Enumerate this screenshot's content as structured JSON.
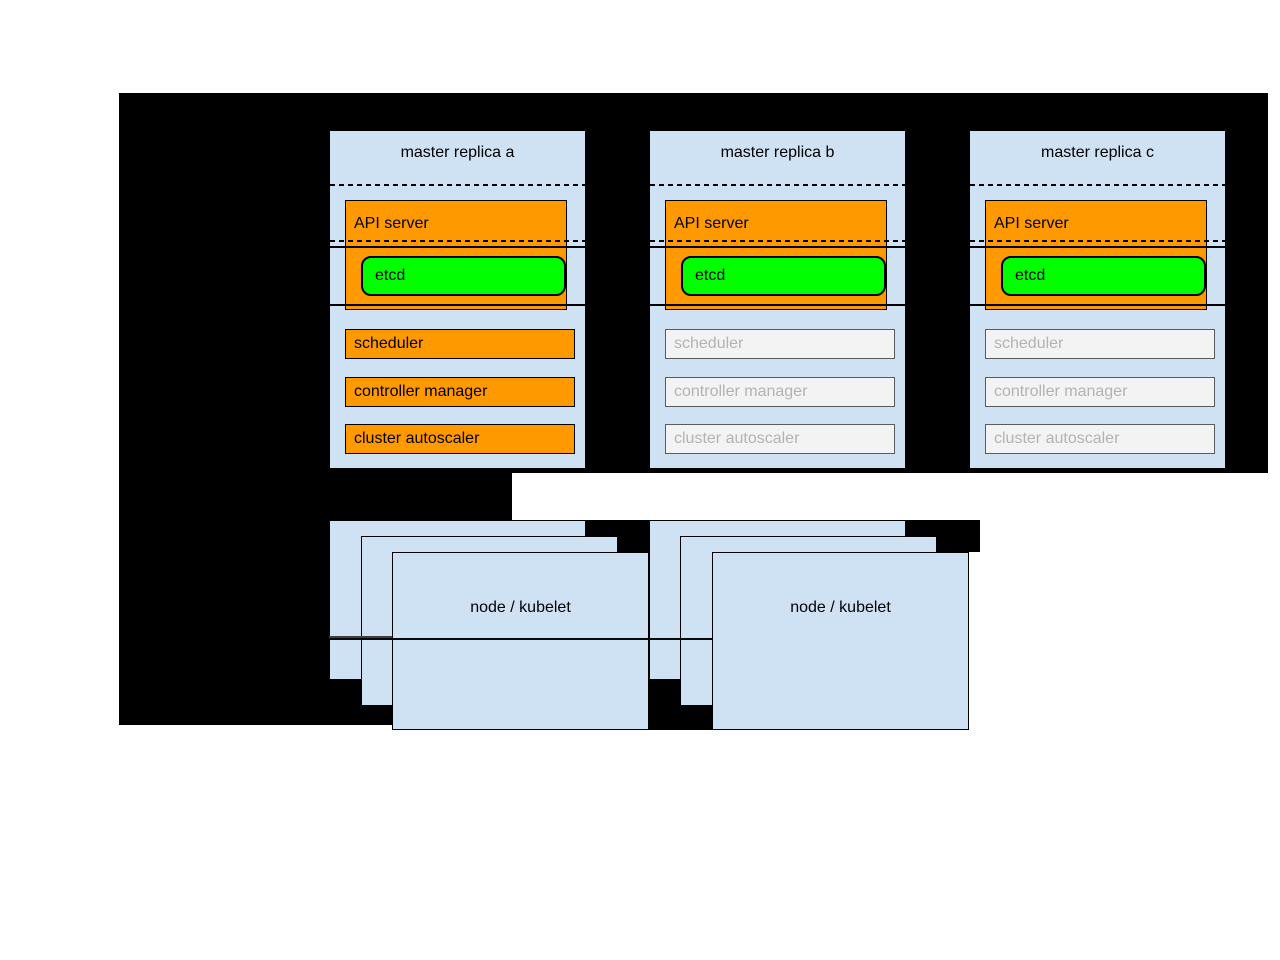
{
  "colors": {
    "page": "#ffffff",
    "background": "#000000",
    "box_blue": "#cfe2f3",
    "active_orange": "#ff9900",
    "etcd_green": "#00ff00",
    "inactive_fill": "#f3f3f3",
    "inactive_border": "#5b5b5b",
    "inactive_text": "#b3b3b3",
    "border": "#000000",
    "divider_gray": "#3f3f3f"
  },
  "masters": [
    {
      "title": "master replica a",
      "api_server_label": "API server",
      "etcd_label": "etcd",
      "components": [
        {
          "label": "scheduler",
          "state": "active"
        },
        {
          "label": "controller manager",
          "state": "active"
        },
        {
          "label": "cluster autoscaler",
          "state": "active"
        }
      ]
    },
    {
      "title": "master replica b",
      "api_server_label": "API server",
      "etcd_label": "etcd",
      "components": [
        {
          "label": "scheduler",
          "state": "standby"
        },
        {
          "label": "controller manager",
          "state": "standby"
        },
        {
          "label": "cluster autoscaler",
          "state": "standby"
        }
      ]
    },
    {
      "title": "master replica c",
      "api_server_label": "API server",
      "etcd_label": "etcd",
      "components": [
        {
          "label": "scheduler",
          "state": "standby"
        },
        {
          "label": "controller manager",
          "state": "standby"
        },
        {
          "label": "cluster autoscaler",
          "state": "standby"
        }
      ]
    }
  ],
  "node_groups": [
    {
      "label": "node / kubelet"
    },
    {
      "label": "node / kubelet"
    }
  ]
}
